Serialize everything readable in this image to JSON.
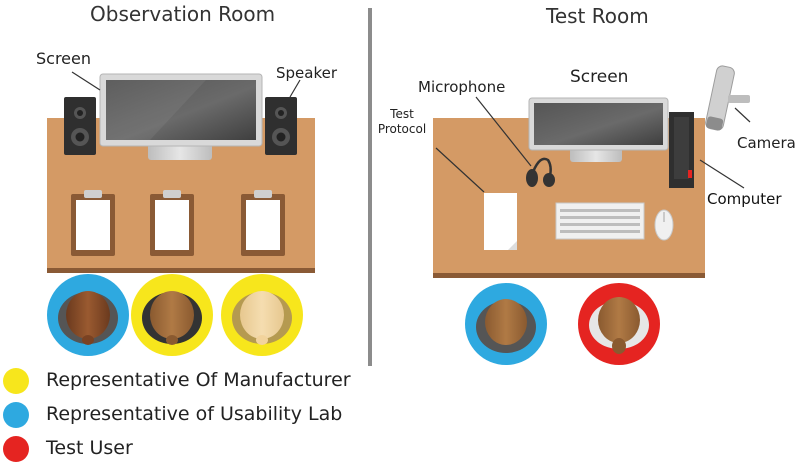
{
  "observation_room": {
    "title": "Observation Room",
    "labels": {
      "screen": "Screen",
      "speaker": "Speaker"
    }
  },
  "test_room": {
    "title": "Test Room",
    "labels": {
      "microphone": "Microphone",
      "screen": "Screen",
      "camera": "Camera",
      "test_protocol_line1": "Test",
      "test_protocol_line2": "Protocol",
      "computer": "Computer"
    }
  },
  "legend": [
    {
      "label": "Representative Of Manufacturer",
      "color": "#f7e61c"
    },
    {
      "label": "Representative of Usability Lab",
      "color": "#2ea9e0"
    },
    {
      "label": "Test User",
      "color": "#e52421"
    }
  ],
  "colors": {
    "desk": "#d49a65",
    "desk_edge": "#8a5a35",
    "divider": "#8c8c8c"
  }
}
